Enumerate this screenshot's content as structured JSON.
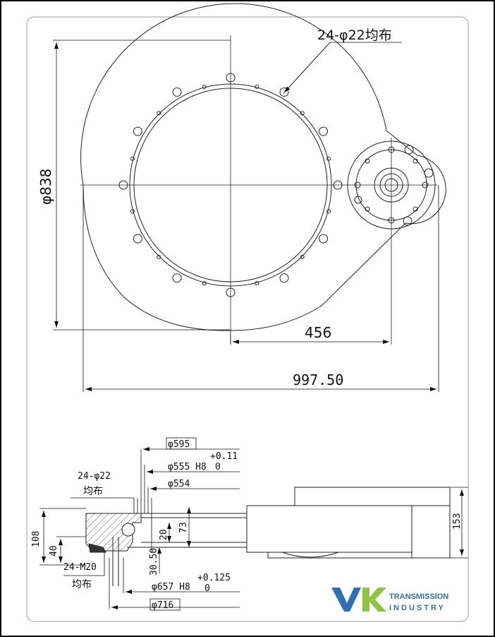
{
  "top_view": {
    "hole_note": "24-φ22均布",
    "dia_label": "φ838",
    "offset_label": "456",
    "overall_label": "997.50"
  },
  "section_view": {
    "d595": "φ595",
    "d555": "φ555 H8",
    "tol555_upper": "+0.11",
    "tol555_lower": "0",
    "d554": "φ554",
    "holes_note_line1": "24-φ22",
    "holes_note_line2": "均布",
    "tap_note_line1": "24-M20",
    "tap_note_line2": "均布",
    "d657": "φ657 H8",
    "tol657_upper": "+0.125",
    "tol657_lower": "0",
    "d716": "φ716",
    "h108": "108",
    "h40": "40",
    "h3050": "30.50",
    "h20": "20",
    "h73": "73",
    "h153": "153"
  },
  "logo": {
    "mark": "VK",
    "line1": "TRANSMISSION",
    "line2": "INDUSTRY",
    "color_v": "#2f6fb5",
    "color_k": "#8cc63f",
    "color_text": "#2f6fb5"
  }
}
